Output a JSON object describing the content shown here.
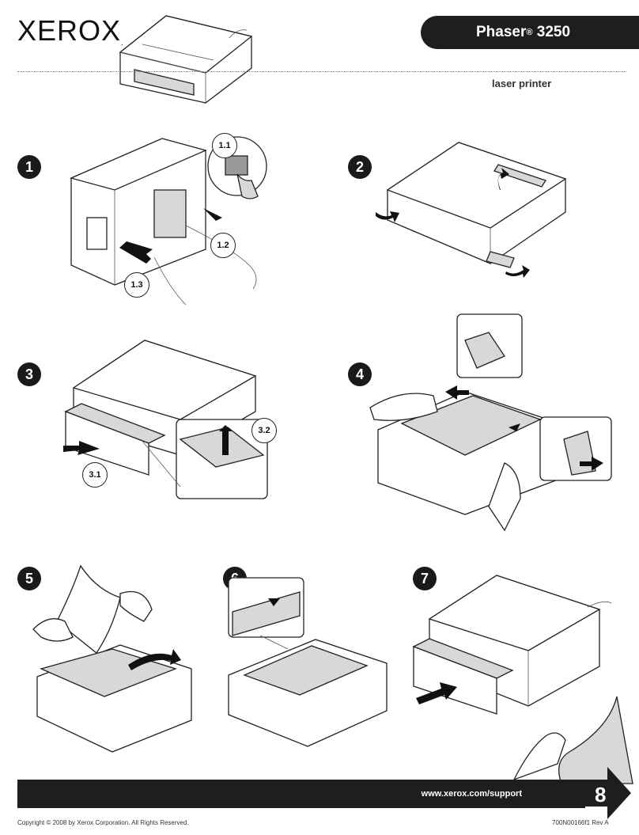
{
  "header": {
    "brand": "XEROX",
    "model_name": "Phaser",
    "model_reg": "®",
    "model_number": "3250",
    "subtitle": "laser printer"
  },
  "steps": [
    "1",
    "2",
    "3",
    "4",
    "5",
    "6",
    "7"
  ],
  "callouts": {
    "c1_1": "1.1",
    "c1_2": "1.2",
    "c1_3": "1.3",
    "c3_1": "3.1",
    "c3_2": "3.2"
  },
  "footer": {
    "url": "www.xerox.com/support",
    "next_step": "8",
    "copyright": "Copyright © 2008 by Xerox Corporation.  All Rights Reserved.",
    "doc_number": "700N00166f1 Rev A"
  }
}
